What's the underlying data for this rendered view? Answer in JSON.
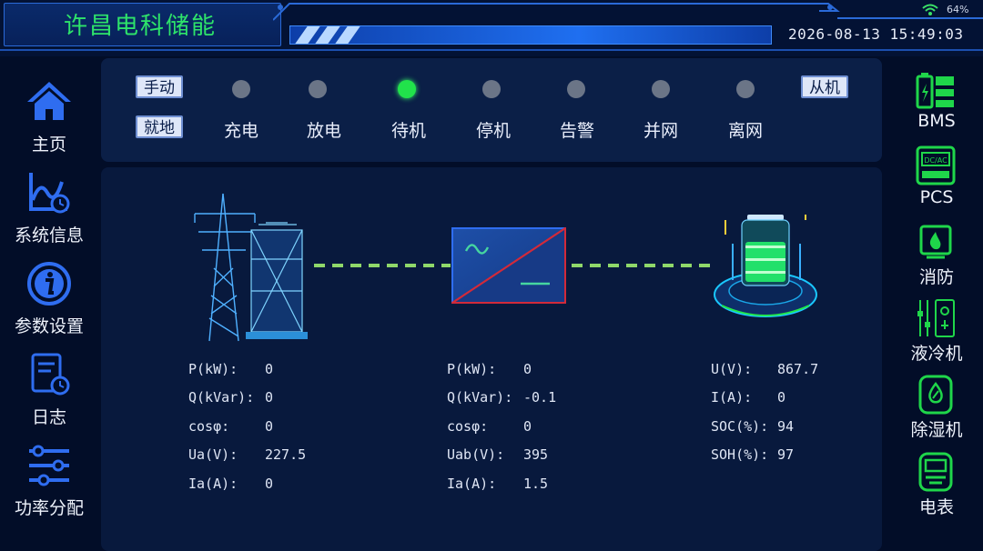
{
  "header": {
    "title": "许昌电科储能",
    "datetime": "2026-08-13  15:49:03",
    "battery_percent": "64%"
  },
  "left_nav": [
    {
      "label": "主页",
      "icon": "home-icon",
      "active": true
    },
    {
      "label": "系统信息",
      "icon": "chart-icon"
    },
    {
      "label": "参数设置",
      "icon": "info-icon"
    },
    {
      "label": "日志",
      "icon": "log-icon"
    },
    {
      "label": "功率分配",
      "icon": "sliders-icon"
    }
  ],
  "status": {
    "mode_manual": "手动",
    "mode_local": "就地",
    "role": "从机",
    "states": [
      {
        "label": "充电",
        "active": false
      },
      {
        "label": "放电",
        "active": false
      },
      {
        "label": "待机",
        "active": true
      },
      {
        "label": "停机",
        "active": false
      },
      {
        "label": "告警",
        "active": false
      },
      {
        "label": "并网",
        "active": false
      },
      {
        "label": "离网",
        "active": false
      }
    ]
  },
  "grid": {
    "rows": [
      {
        "label": "P(kW):",
        "value": "0"
      },
      {
        "label": "Q(kVar):",
        "value": "0"
      },
      {
        "label": "cosφ:",
        "value": "0"
      },
      {
        "label": "Ua(V):",
        "value": "227.5"
      },
      {
        "label": "Ia(A):",
        "value": "0"
      }
    ]
  },
  "pcs": {
    "rows": [
      {
        "label": "P(kW):",
        "value": "0"
      },
      {
        "label": "Q(kVar):",
        "value": "-0.1"
      },
      {
        "label": "cosφ:",
        "value": "0"
      },
      {
        "label": "Uab(V):",
        "value": "395"
      },
      {
        "label": "Ia(A):",
        "value": "1.5"
      }
    ]
  },
  "battery": {
    "rows": [
      {
        "label": "U(V):",
        "value": "867.7"
      },
      {
        "label": "I(A):",
        "value": "0"
      },
      {
        "label": "SOC(%):",
        "value": "94"
      },
      {
        "label": "SOH(%):",
        "value": "97"
      }
    ]
  },
  "right_nav": [
    {
      "label": "BMS",
      "icon": "bms-icon"
    },
    {
      "label": "PCS",
      "icon": "pcs-icon"
    },
    {
      "label": "消防",
      "icon": "fire-protection-icon"
    },
    {
      "label": "液冷机",
      "icon": "liquid-cooler-icon"
    },
    {
      "label": "除湿机",
      "icon": "dehumidifier-icon"
    },
    {
      "label": "电表",
      "icon": "meter-icon"
    }
  ],
  "pcs_icon_text": "DC/AC",
  "colors": {
    "background": "#020d28",
    "panel": "#0b1f47",
    "accent_green": "#21e24b",
    "title_green": "#2ee36a",
    "nav_blue": "#2f6df0"
  }
}
